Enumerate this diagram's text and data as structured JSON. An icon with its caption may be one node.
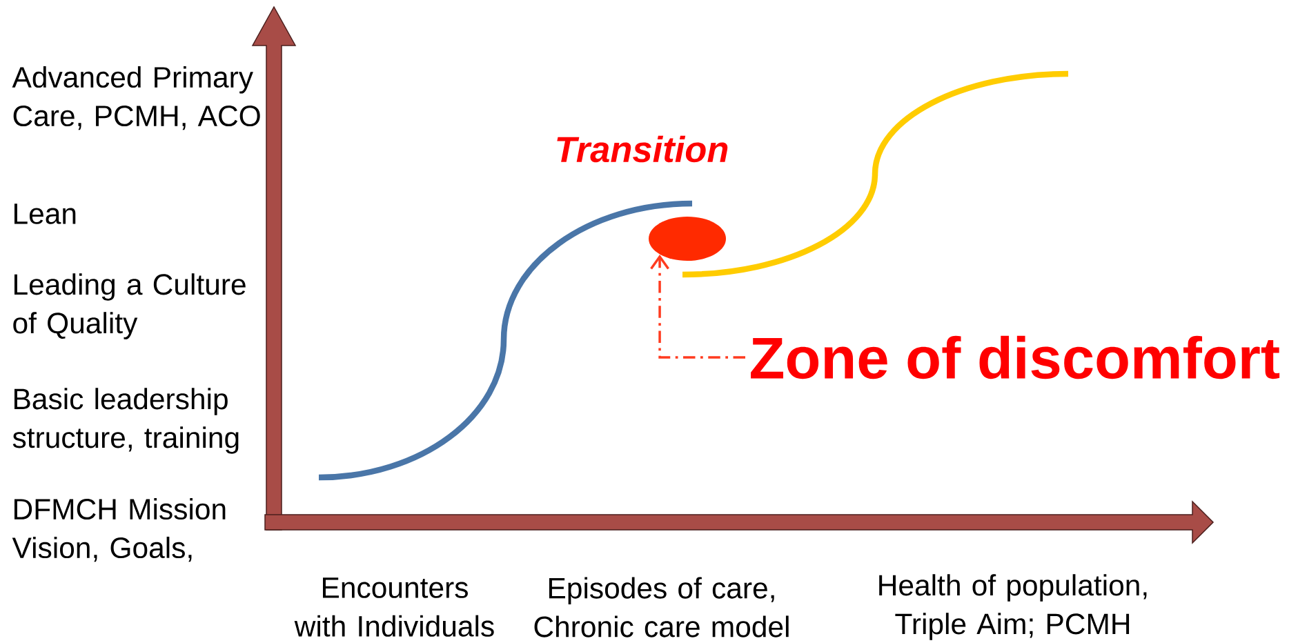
{
  "diagram": {
    "nodes": [
      {
        "text": [],
        "shape": "ellipse"
      },
      {
        "text": [
          "Zone of discomfort"
        ]
      }
    ],
    "edges": [
      {
        "from": 1,
        "to": 0,
        "arrow": "to",
        "style": "dashed"
      }
    ],
    "labels": [
      "Advanced Primary Care, PCMH, ACO",
      "Transition",
      "Lean",
      "Leading a Culture of Quality",
      "Basic leadership structure, training",
      "DFMCH Mission Vision, Goals,",
      "Encounters with Individuals",
      "Episodes of care, Chronic care model",
      "Health of population, Triple Aim; PCMH"
    ]
  }
}
